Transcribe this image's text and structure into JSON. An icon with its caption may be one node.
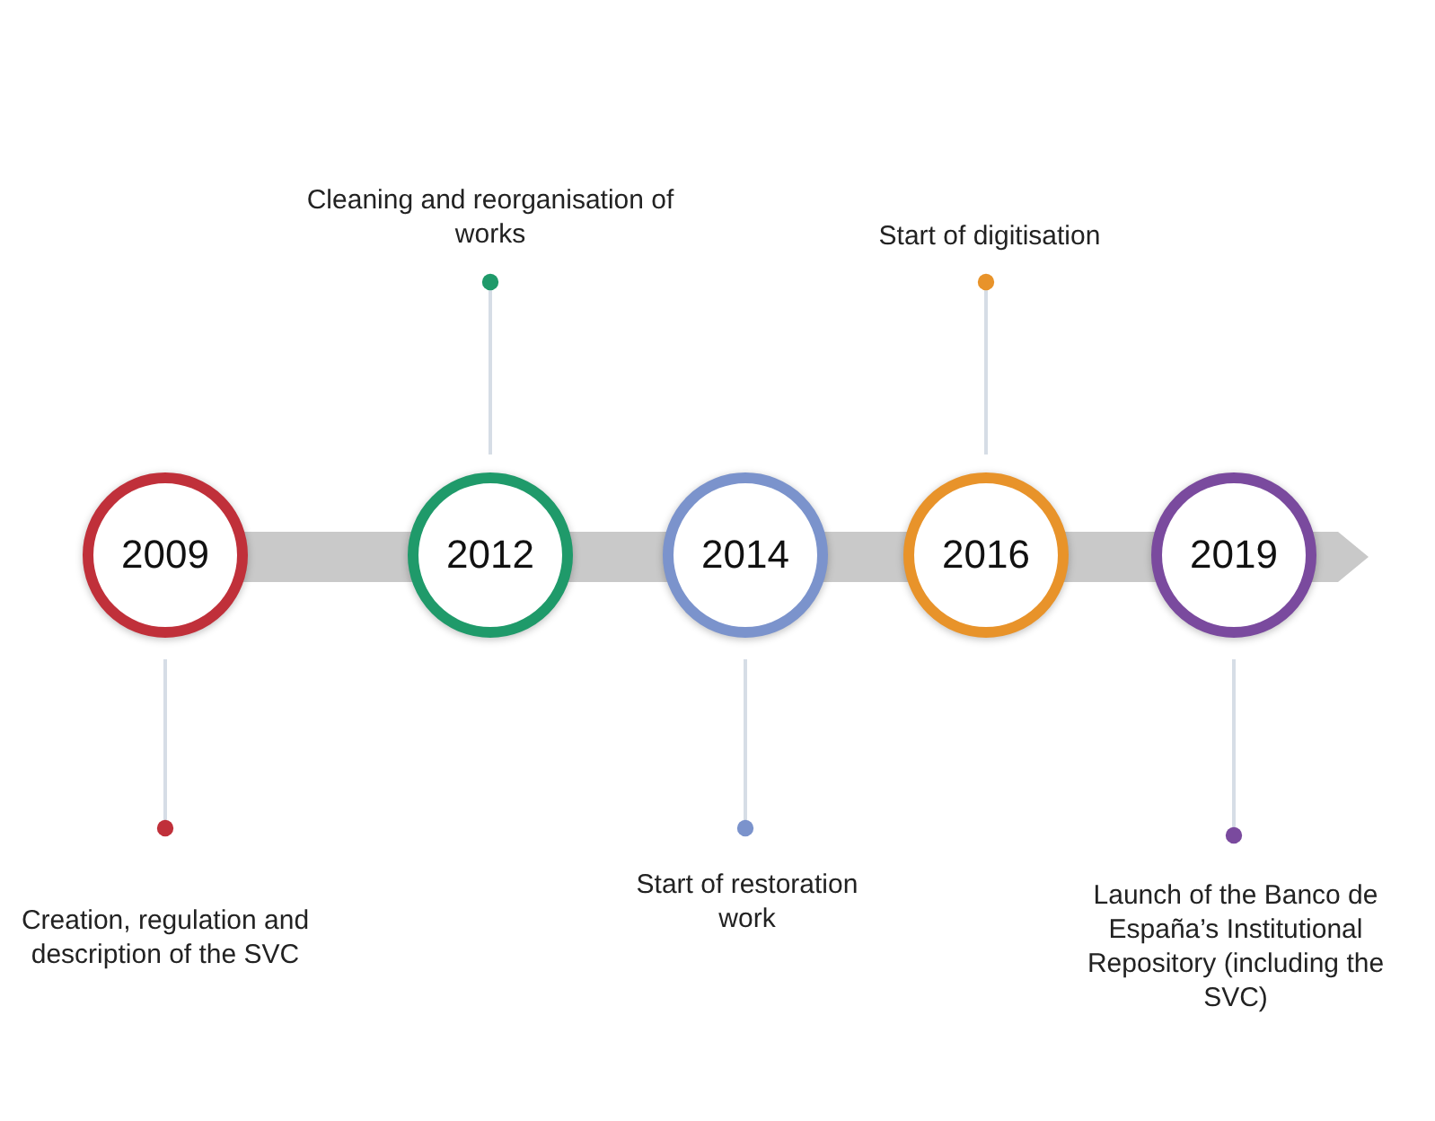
{
  "diagram": {
    "nodes": [
      {
        "text": [
          "Cleaning and reorganisation of works"
        ]
      },
      {
        "text": [
          "Start of digitisation"
        ]
      },
      {
        "text": [
          "2009"
        ]
      },
      {
        "text": [
          "2012"
        ]
      },
      {
        "text": [
          "2014"
        ]
      },
      {
        "text": [
          "2016"
        ]
      },
      {
        "text": [
          "2019"
        ]
      },
      {
        "text": [
          "Creation, regulation and description of the SVC"
        ]
      },
      {
        "text": [
          "Start of restoration work"
        ]
      },
      {
        "text": [
          "Launch of the Banco de España’s Institutional Repository (including the SVC)"
        ]
      }
    ],
    "edges": [
      {
        "from": 7,
        "to": 2,
        "arrow": "other"
      },
      {
        "from": 0,
        "to": 3,
        "arrow": "other"
      },
      {
        "from": 8,
        "to": 4,
        "arrow": "other"
      },
      {
        "from": 1,
        "to": 5,
        "arrow": "other"
      },
      {
        "from": 9,
        "to": 6,
        "arrow": "other"
      }
    ]
  }
}
